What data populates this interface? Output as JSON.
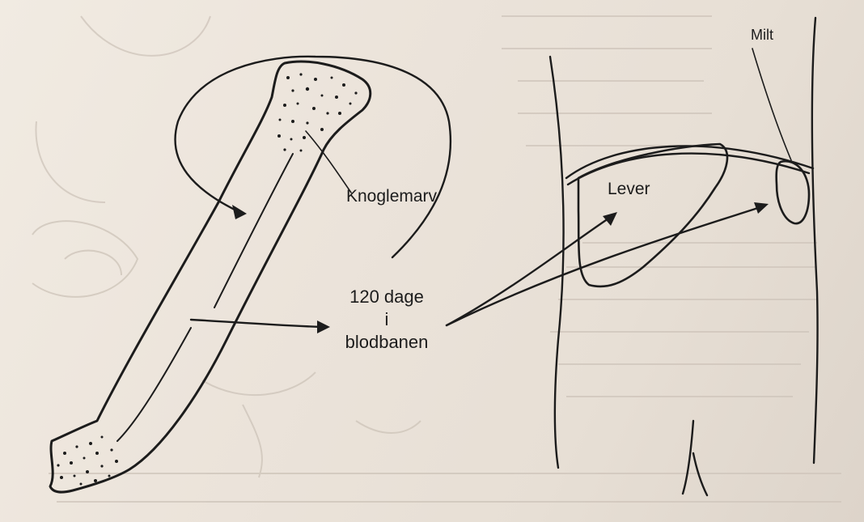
{
  "heading": "",
  "labels": {
    "bone_marrow": "Knoglemarv",
    "liver": "Lever",
    "spleen": "Milt",
    "bloodstream_line1": "120 dage",
    "bloodstream_line2": "i",
    "bloodstream_line3": "blodbanen"
  },
  "colors": {
    "paper": "#ece4db",
    "ink": "#1c1c1c",
    "bleed_through": "#cfc6bb"
  }
}
